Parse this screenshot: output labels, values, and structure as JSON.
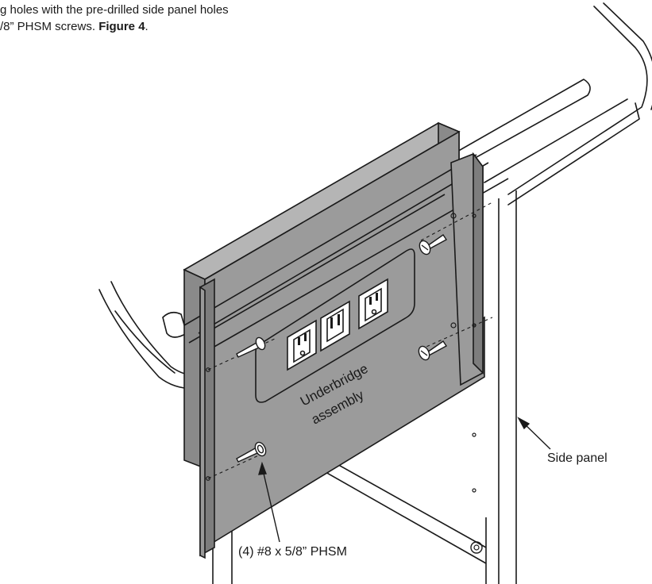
{
  "instructions": {
    "line1": "g holes with the pre-drilled side panel holes",
    "line2_prefix": "/8” PHSM screws.",
    "figure_ref": "Figure 4",
    "line2_suffix": "."
  },
  "labels": {
    "assembly_line1": "Underbridge",
    "assembly_line2": "assembly",
    "side_panel": "Side panel",
    "screws": "(4) #8 x 5/8” PHSM"
  },
  "colors": {
    "line": "#1a1a1a",
    "panel_gray": "#9b9b9b",
    "panel_top": "#b5b5b5",
    "bracket_gray": "#7d7d7d",
    "outlet_bg": "#ffffff"
  },
  "icons": [
    "outlet-icon",
    "usb-port-icon",
    "screw-icon"
  ]
}
